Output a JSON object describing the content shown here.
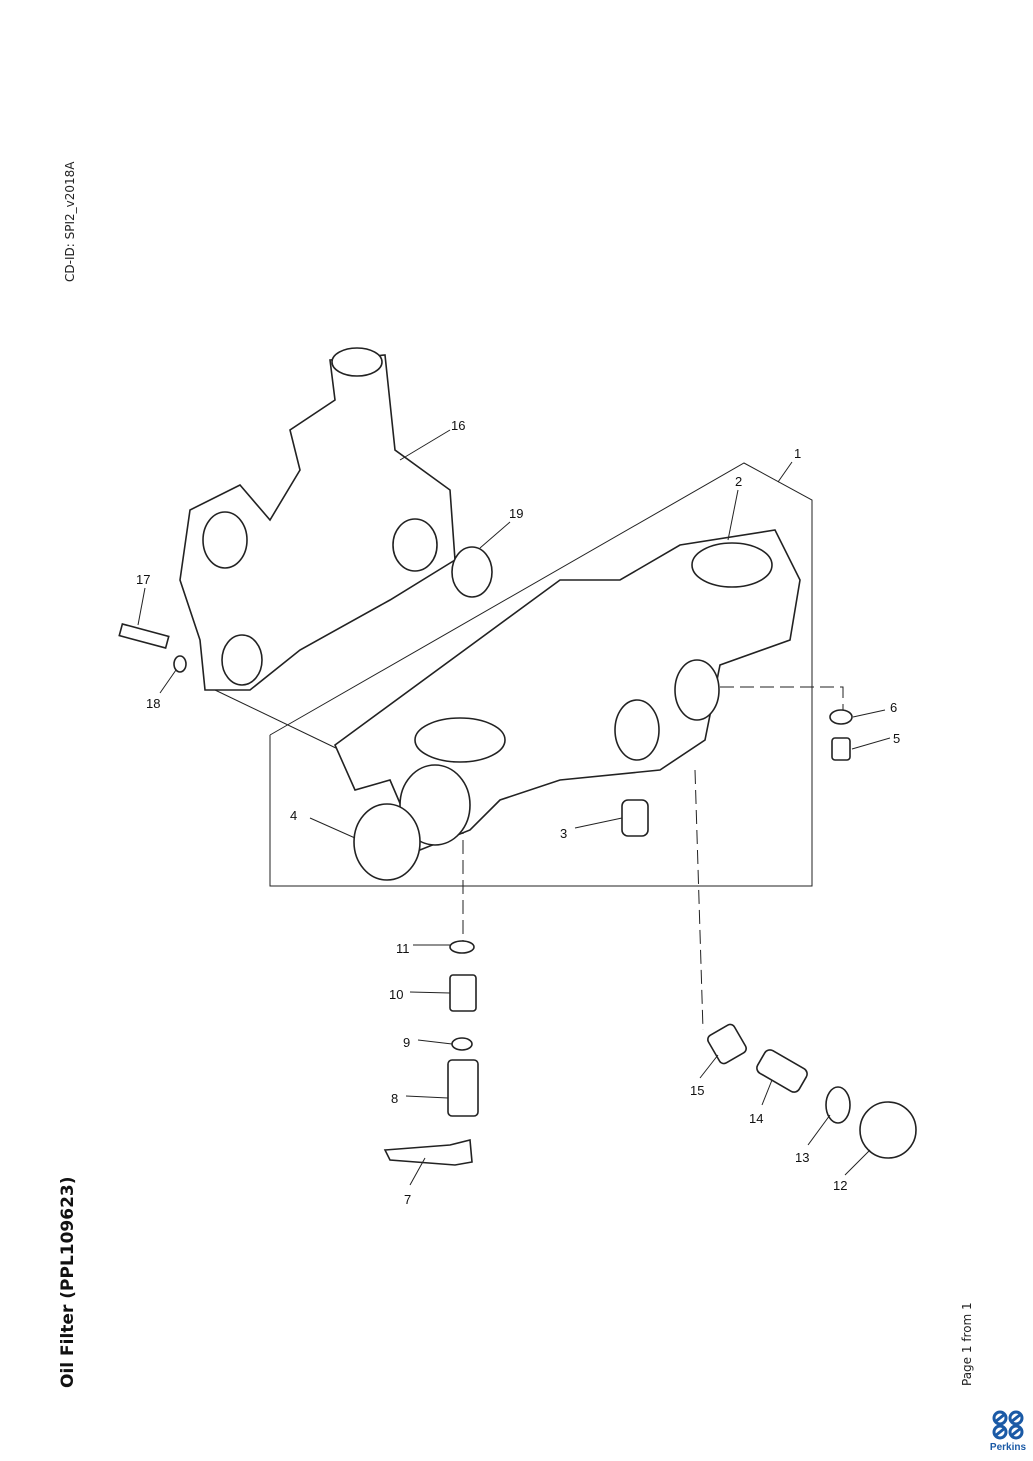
{
  "header": {
    "cd_id": "CD-ID: SPI2_v2018A"
  },
  "title": "Oil Filter (PPL109623)",
  "footer": {
    "page_info": "Page 1 from 1",
    "logo_text": "Perkins"
  },
  "brand_color": "#1b5aa6",
  "callouts": [
    "1",
    "2",
    "3",
    "4",
    "5",
    "6",
    "7",
    "8",
    "9",
    "10",
    "11",
    "12",
    "13",
    "14",
    "15",
    "16",
    "17",
    "18",
    "19"
  ]
}
